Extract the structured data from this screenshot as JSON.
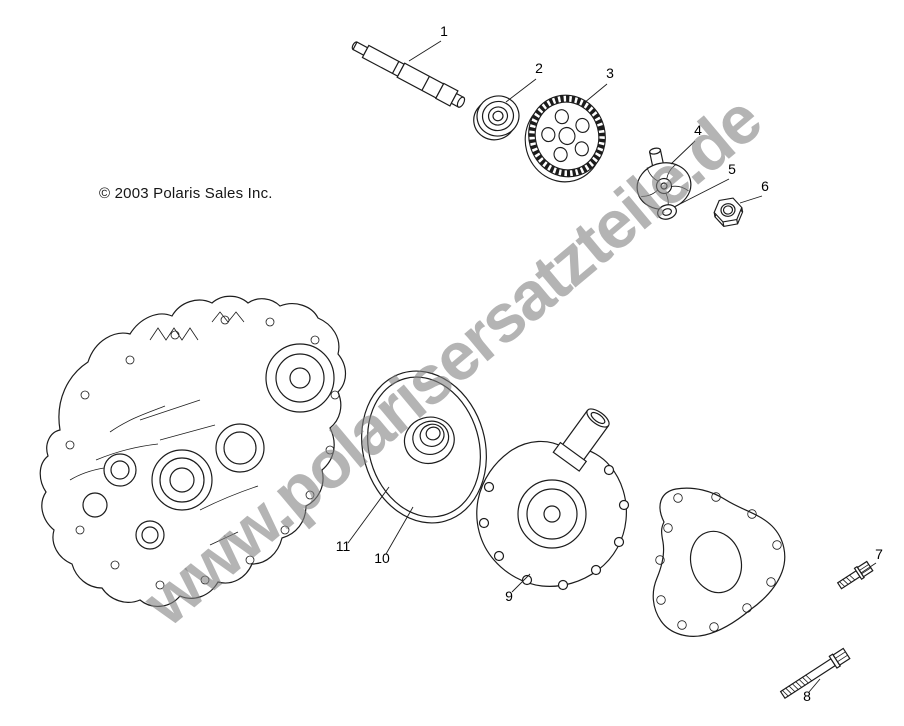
{
  "watermark": "www.polarisersatzteile.de",
  "copyright": "© 2003 Polaris Sales Inc.",
  "callouts": [
    {
      "n": "1"
    },
    {
      "n": "2"
    },
    {
      "n": "3"
    },
    {
      "n": "4"
    },
    {
      "n": "5"
    },
    {
      "n": "6"
    },
    {
      "n": "7"
    },
    {
      "n": "8"
    },
    {
      "n": "9"
    },
    {
      "n": "10"
    },
    {
      "n": "11"
    }
  ]
}
